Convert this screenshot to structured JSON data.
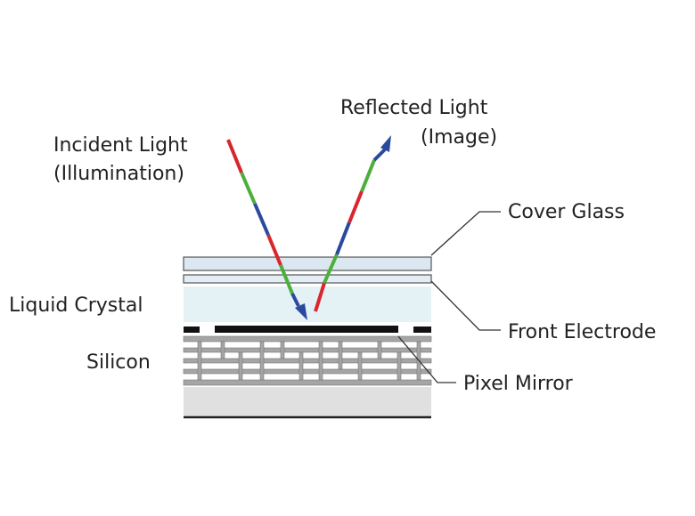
{
  "labels": {
    "incident_line1": "Incident Light",
    "incident_line2": "(Illumination)",
    "reflected_line1": "Reflected Light",
    "reflected_line2": "(Image)",
    "cover_glass": "Cover Glass",
    "liquid_crystal": "Liquid Crystal",
    "front_electrode": "Front Electrode",
    "silicon": "Silicon",
    "pixel_mirror": "Pixel Mirror"
  },
  "colors": {
    "ray_red": "#d8262e",
    "ray_green": "#4caf3c",
    "ray_blue": "#2a4a9e",
    "cover_glass": "#dbe7f1",
    "front_electrode": "#e3edf5",
    "liquid_crystal": "#d6ecf1",
    "silicon_trace": "#a5a5a5",
    "silicon_base": "#e0e0e0",
    "mirror": "#111111"
  }
}
